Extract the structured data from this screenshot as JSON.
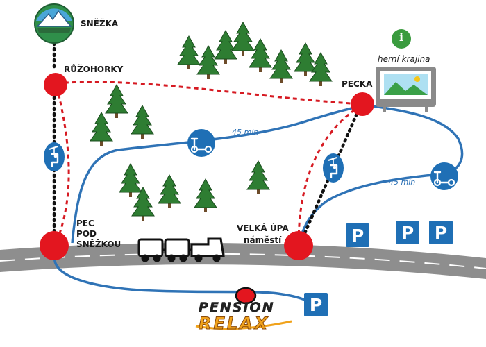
{
  "places": {
    "snezka": "SNĚŽKA",
    "ruzohorky": "RŮŽOHORKY",
    "pecka": "PECKA",
    "pec_line1": "PEC",
    "pec_line2": "POD",
    "pec_line3": "SNĚŽKOU",
    "velka_upa_line1": "VELKÁ ÚPA",
    "velka_upa_line2": "náměstí"
  },
  "routes": {
    "scooter_time_1": "45 min",
    "scooter_time_2": "45 min"
  },
  "info": {
    "icon_letter": "i",
    "label": "herní krajina"
  },
  "parking": {
    "symbol": "P"
  },
  "brand": {
    "line1": "PENSION",
    "line2": "RELAX"
  },
  "colors": {
    "route_blue": "#2f73b6",
    "stop_red": "#e3161f",
    "road_gray": "#8e8e8e",
    "tree_green": "#2e7d32",
    "parking_blue": "#1f6fb5"
  },
  "icons": [
    "snezka-mountain-icon",
    "chairlift-icon",
    "scooter-icon",
    "info-icon",
    "playground-landscape-icon",
    "tourist-train-icon",
    "parking-icon",
    "pension-logo"
  ]
}
